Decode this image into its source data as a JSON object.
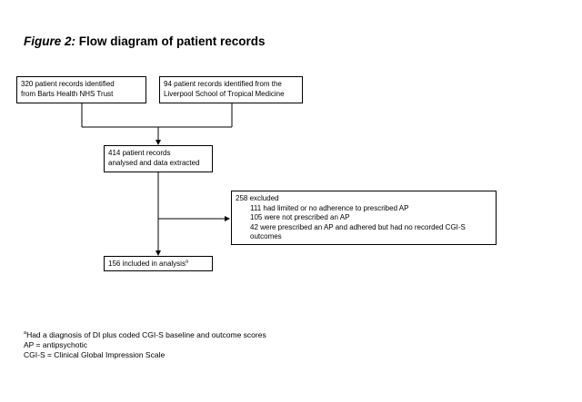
{
  "title": {
    "figure_label": "Figure 2:",
    "text": "Flow diagram of patient records"
  },
  "boxes": {
    "barts": {
      "line1": "320 patient records identified",
      "line2": "from Barts Health NHS Trust"
    },
    "liverpool": {
      "line1": "94 patient records identified from the",
      "line2": "Liverpool School of Tropical Medicine"
    },
    "analysed": {
      "line1": "414 patient records",
      "line2": "analysed and data extracted"
    },
    "excluded": {
      "heading": "258 excluded",
      "items": [
        "111 had limited or no adherence to prescribed AP",
        "105 were not prescribed an AP",
        "42 were prescribed an AP and adhered but had no recorded CGI-S",
        "outcomes"
      ]
    },
    "included": {
      "text": "156 included in analysis",
      "superscript": "a"
    }
  },
  "footnotes": {
    "a_marker": "a",
    "a_text": "Had a diagnosis of DI plus coded CGI-S baseline and outcome scores",
    "ap": "AP = antipsychotic",
    "cgis": "CGI-S = Clinical Global Impression Scale"
  }
}
